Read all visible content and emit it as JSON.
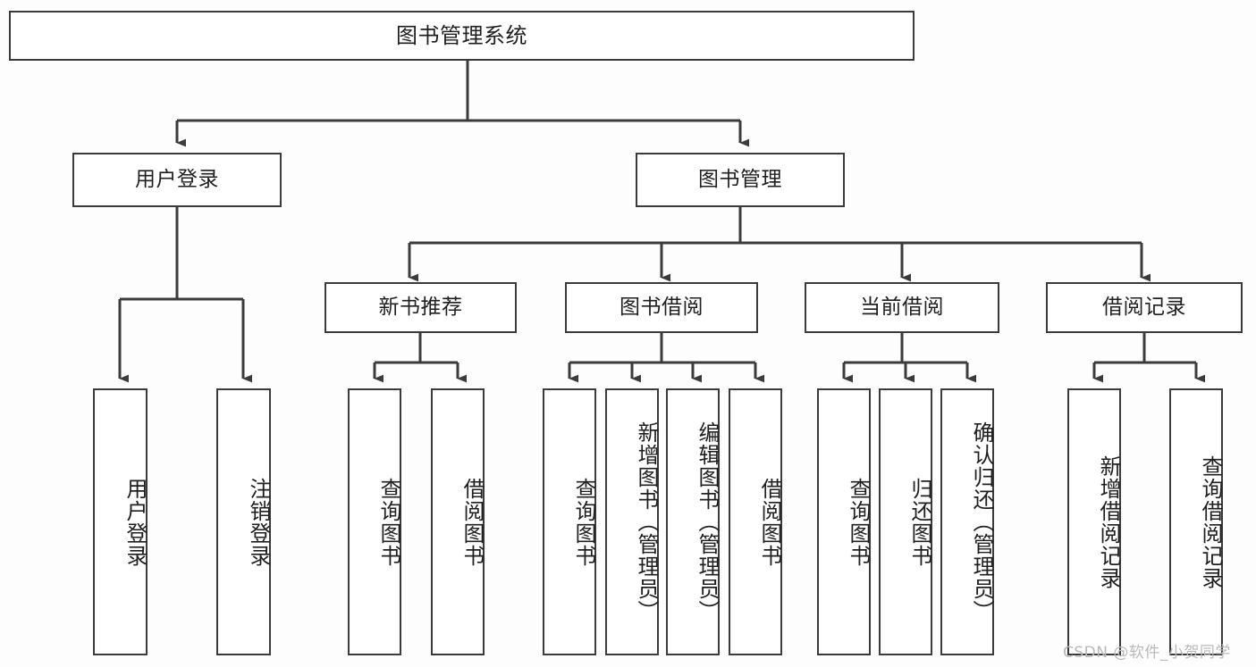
{
  "diagram": {
    "title": "图书管理系统",
    "type": "tree-hierarchy-chart",
    "colors": {
      "background": "#fdfdfd",
      "box_fill": "#ffffff",
      "box_stroke": "#3b3b3b",
      "connector": "#3b3b3b",
      "text": "#1f1f1f",
      "watermark": "#b9b9b9"
    },
    "watermark": "CSDN @软件_小贺同学"
  },
  "nodes": {
    "root": {
      "label": "图书管理系统"
    },
    "level2": [
      {
        "id": "user-login",
        "label": "用户登录"
      },
      {
        "id": "book-manage",
        "label": "图书管理"
      }
    ],
    "level3": [
      {
        "id": "new-book-recommend",
        "label": "新书推荐"
      },
      {
        "id": "book-borrow",
        "label": "图书借阅"
      },
      {
        "id": "current-borrow",
        "label": "当前借阅"
      },
      {
        "id": "borrow-record",
        "label": "借阅记录"
      }
    ],
    "leaves": {
      "user-login": [
        {
          "id": "leaf-user-login",
          "label": "用户登录"
        },
        {
          "id": "leaf-logout-login",
          "label": "注销登录"
        }
      ],
      "new-book-recommend": [
        {
          "id": "leaf-query-book-1",
          "label": "查询图书"
        },
        {
          "id": "leaf-borrow-book-1",
          "label": "借阅图书"
        }
      ],
      "book-borrow": [
        {
          "id": "leaf-query-book-2",
          "label": "查询图书"
        },
        {
          "id": "leaf-add-book",
          "label": "新增图书（管理员）"
        },
        {
          "id": "leaf-edit-book",
          "label": "编辑图书（管理员）"
        },
        {
          "id": "leaf-borrow-book-2",
          "label": "借阅图书"
        }
      ],
      "current-borrow": [
        {
          "id": "leaf-query-book-3",
          "label": "查询图书"
        },
        {
          "id": "leaf-return-book",
          "label": "归还图书"
        },
        {
          "id": "leaf-confirm-return",
          "label": "确认归还（管理员）"
        }
      ],
      "borrow-record": [
        {
          "id": "leaf-add-record",
          "label": "新增借阅记录"
        },
        {
          "id": "leaf-query-record",
          "label": "查询借阅记录"
        }
      ]
    }
  }
}
